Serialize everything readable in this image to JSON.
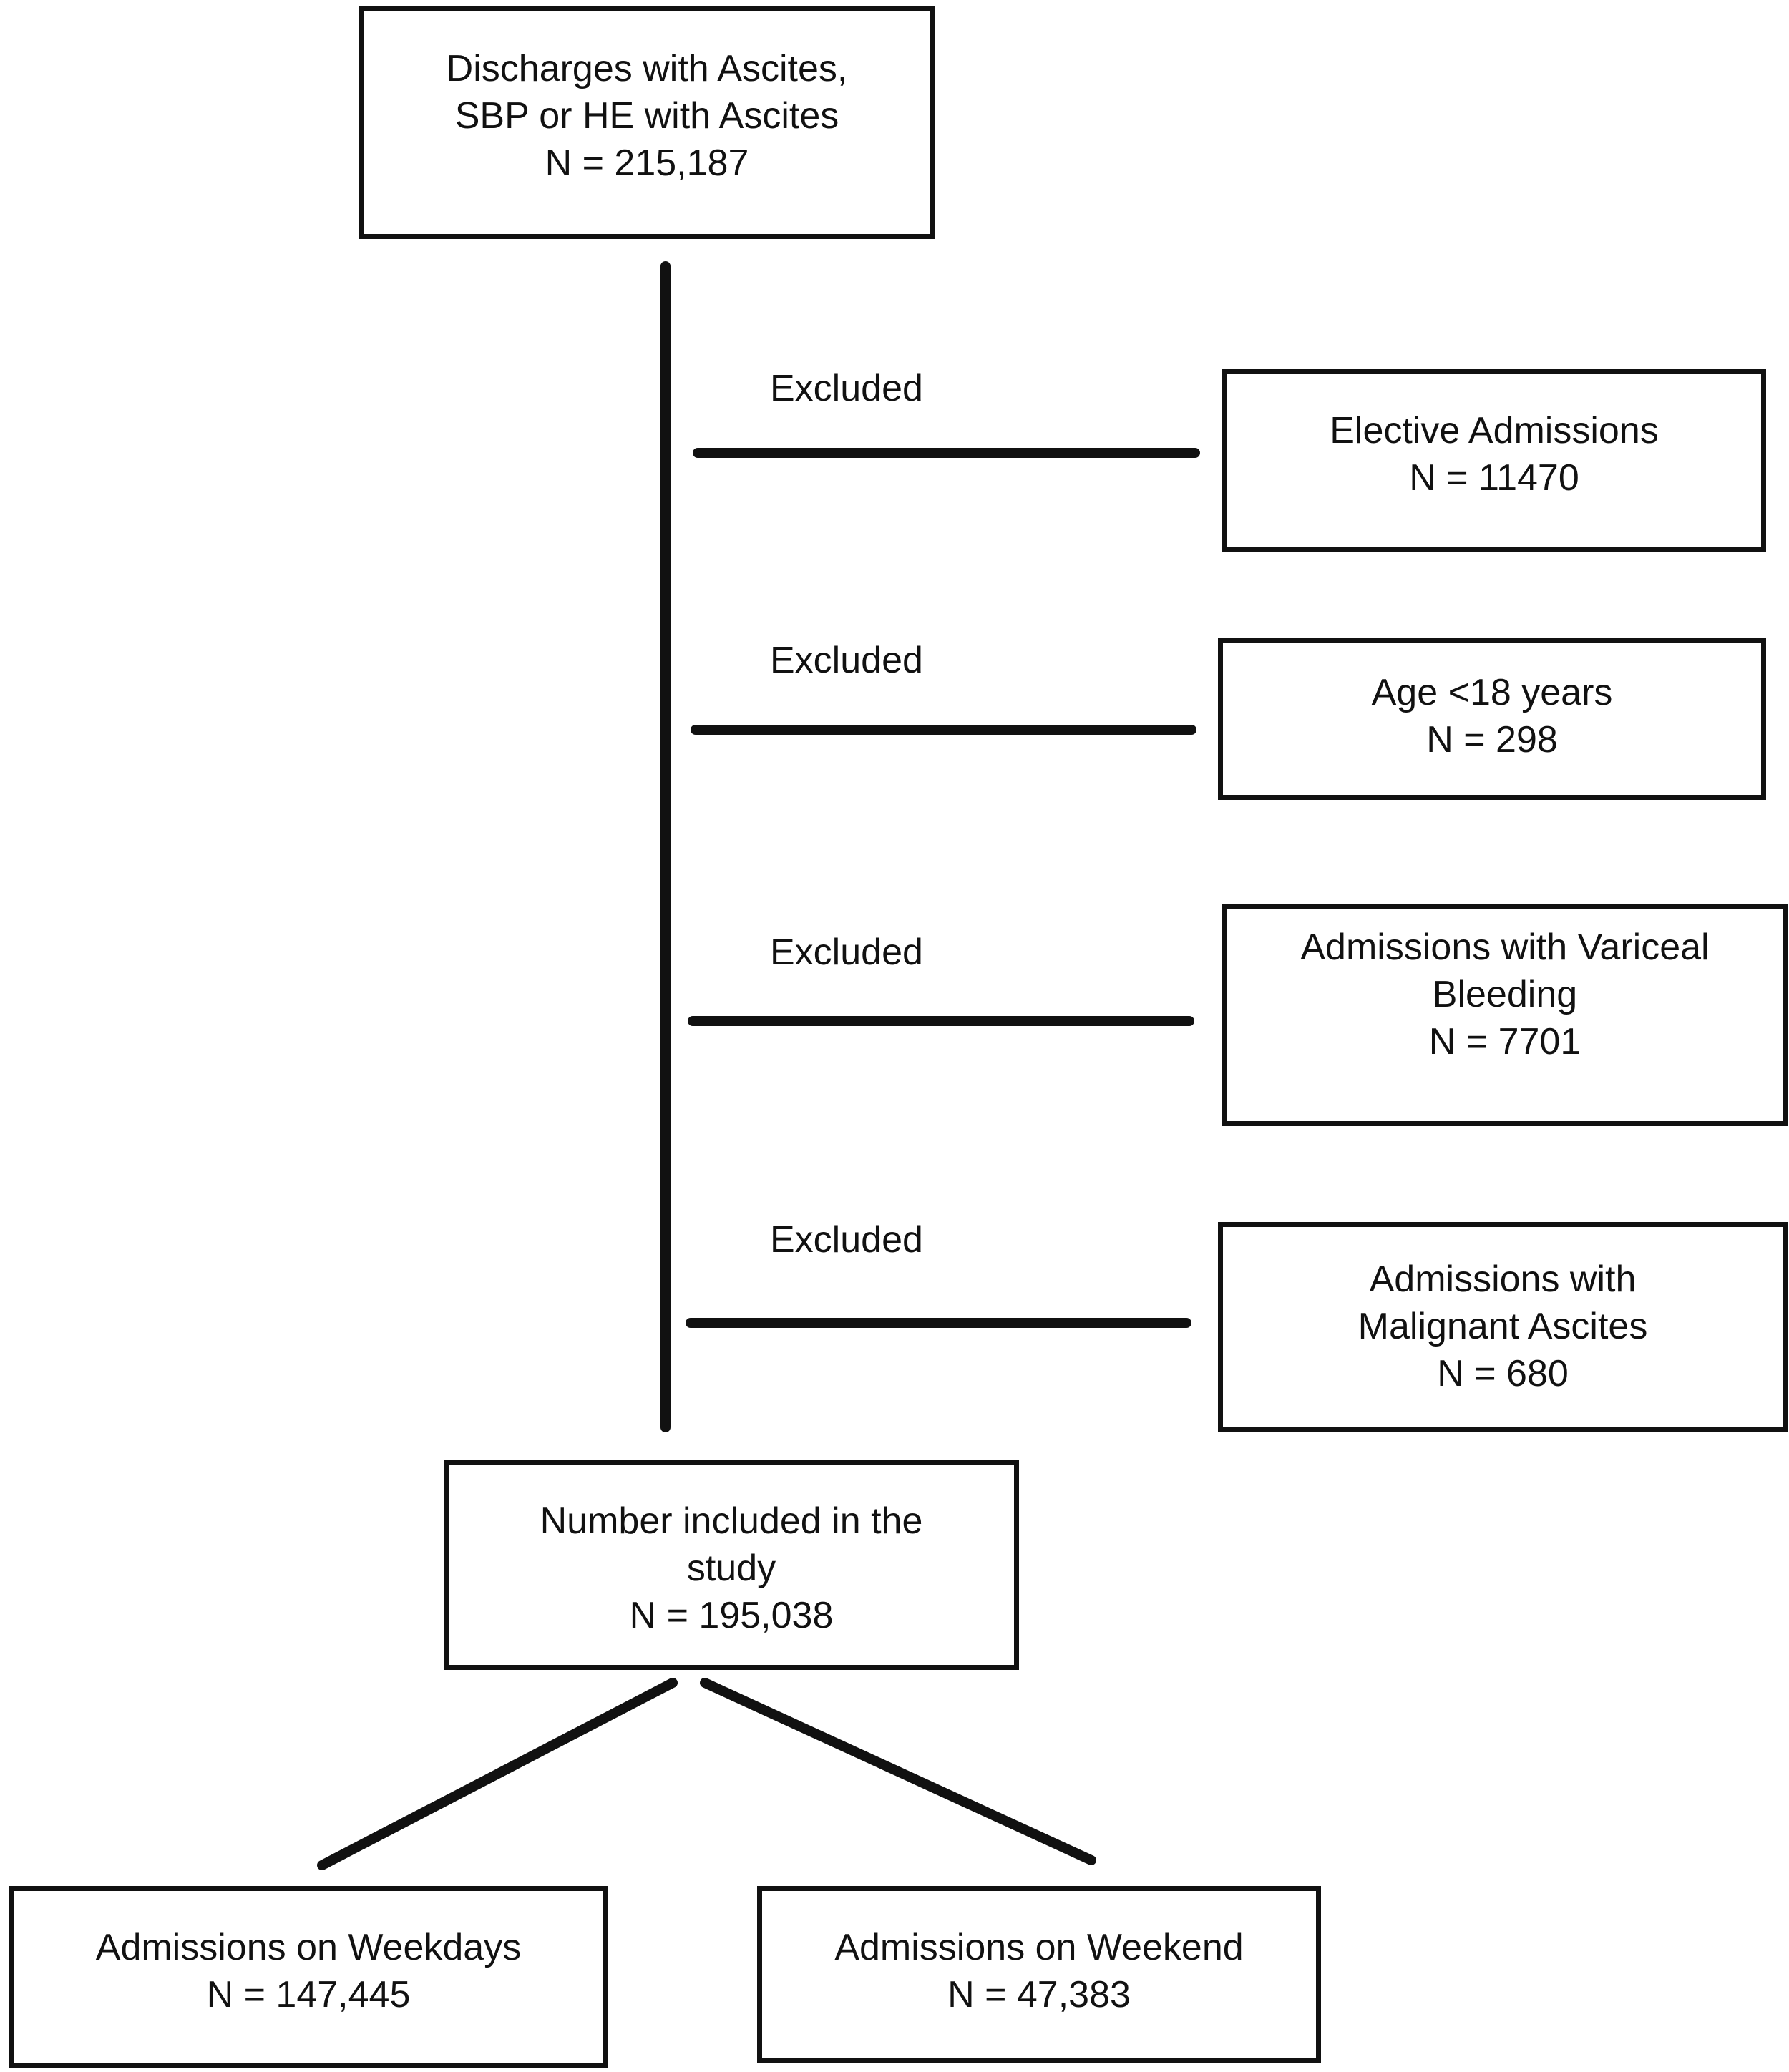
{
  "colors": {
    "stroke": "#111111",
    "background": "#ffffff"
  },
  "top": {
    "lines": [
      "Discharges with Ascites,",
      "SBP or HE with Ascites",
      "N = 215,187"
    ]
  },
  "exclusions": [
    {
      "label": "Excluded",
      "box": {
        "lines": [
          "Elective Admissions",
          "N = 11470"
        ]
      }
    },
    {
      "label": "Excluded",
      "box": {
        "lines": [
          "Age <18 years",
          "N = 298"
        ]
      }
    },
    {
      "label": "Excluded",
      "box": {
        "lines": [
          "Admissions with Variceal",
          "Bleeding",
          "N = 7701"
        ]
      }
    },
    {
      "label": "Excluded",
      "box": {
        "lines": [
          "Admissions with",
          "Malignant Ascites",
          "N = 680"
        ]
      }
    }
  ],
  "included": {
    "lines": [
      "Number included in the",
      "study",
      "N = 195,038"
    ]
  },
  "weekdays": {
    "lines": [
      "Admissions on Weekdays",
      "N = 147,445"
    ]
  },
  "weekend": {
    "lines": [
      "Admissions on Weekend",
      "N = 47,383"
    ]
  }
}
